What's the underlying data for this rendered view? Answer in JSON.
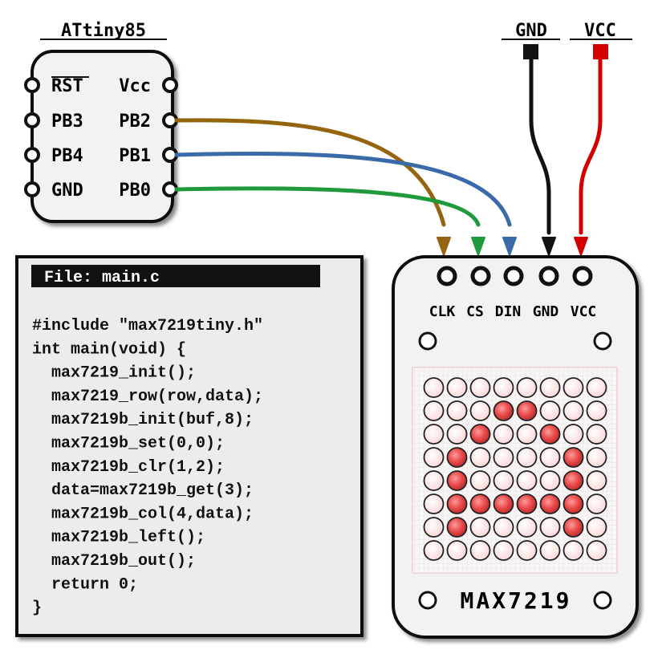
{
  "chip": {
    "title": "ATtiny85",
    "pins_left": [
      "RST",
      "PB3",
      "PB4",
      "GND"
    ],
    "pins_right": [
      "Vcc",
      "PB2",
      "PB1",
      "PB0"
    ]
  },
  "power": {
    "gnd_label": "GND",
    "vcc_label": "VCC"
  },
  "module": {
    "name": "MAX7219",
    "pins": [
      "CLK",
      "CS",
      "DIN",
      "GND",
      "VCC"
    ],
    "matrix_rows": [
      "00000000",
      "00011000",
      "00100100",
      "01000010",
      "01000010",
      "01111110",
      "01000010",
      "00000000"
    ]
  },
  "code": {
    "file_label": "File: main.c",
    "lines": [
      "#include \"max7219tiny.h\"",
      "int main(void) {",
      "  max7219_init();",
      "  max7219_row(row,data);",
      "  max7219b_init(buf,8);",
      "  max7219b_set(0,0);",
      "  max7219b_clr(1,2);",
      "  data=max7219b_get(3);",
      "  max7219b_col(4,data);",
      "  max7219b_left();",
      "  max7219b_out();",
      "  return 0;",
      "}"
    ]
  },
  "colors": {
    "wire_clk": "#94640f",
    "wire_cs": "#1e9a3c",
    "wire_din": "#3a6aa8",
    "wire_gnd": "#111111",
    "wire_vcc": "#d40000",
    "led_on": "#e84a4a",
    "led_off": "#fde8e8"
  }
}
